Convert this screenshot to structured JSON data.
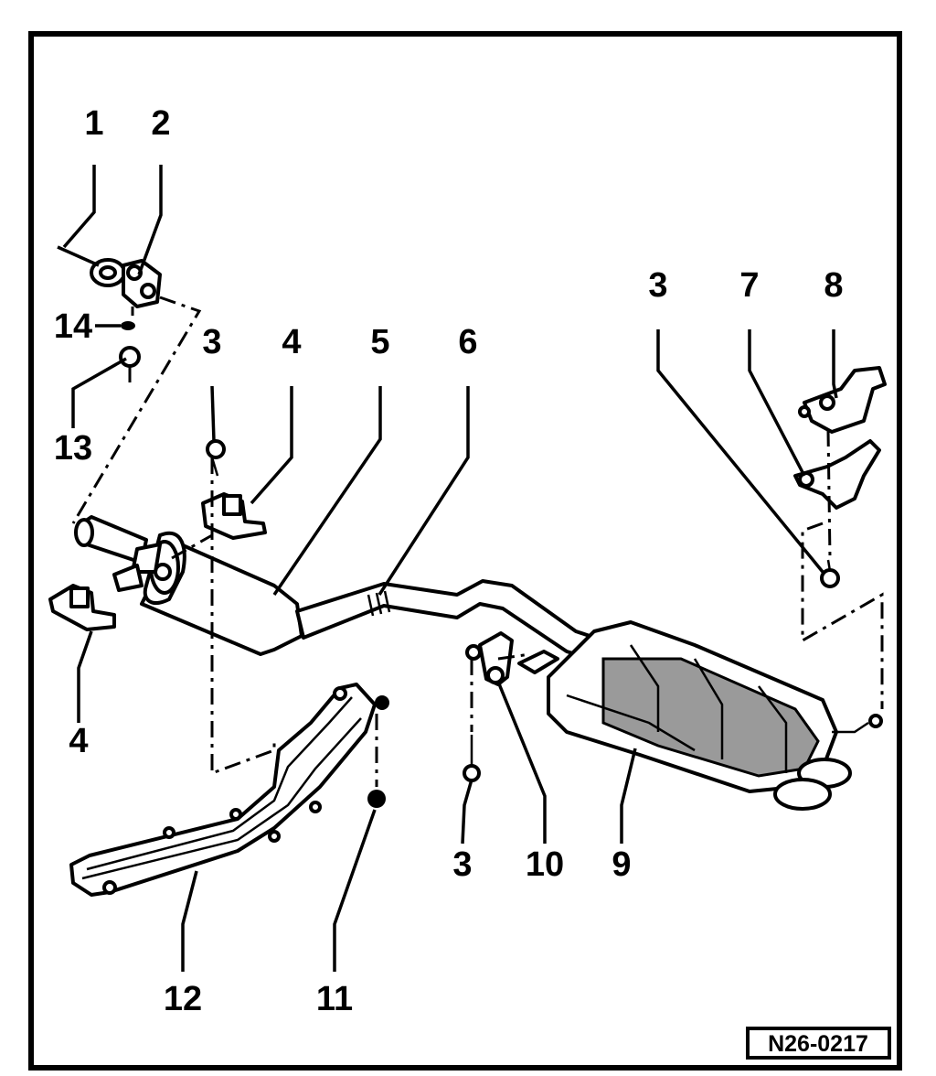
{
  "diagram": {
    "callouts": [
      {
        "id": "c1",
        "text": "1"
      },
      {
        "id": "c2",
        "text": "2"
      },
      {
        "id": "c14",
        "text": "14"
      },
      {
        "id": "c13",
        "text": "13"
      },
      {
        "id": "c3a",
        "text": "3"
      },
      {
        "id": "c4a",
        "text": "4"
      },
      {
        "id": "c5",
        "text": "5"
      },
      {
        "id": "c6",
        "text": "6"
      },
      {
        "id": "c4b",
        "text": "4"
      },
      {
        "id": "c3b",
        "text": "3"
      },
      {
        "id": "c7",
        "text": "7"
      },
      {
        "id": "c8",
        "text": "8"
      },
      {
        "id": "c3c",
        "text": "3"
      },
      {
        "id": "c10",
        "text": "10"
      },
      {
        "id": "c9",
        "text": "9"
      },
      {
        "id": "c12",
        "text": "12"
      },
      {
        "id": "c11",
        "text": "11"
      }
    ],
    "figure_code": "N26-0217"
  }
}
